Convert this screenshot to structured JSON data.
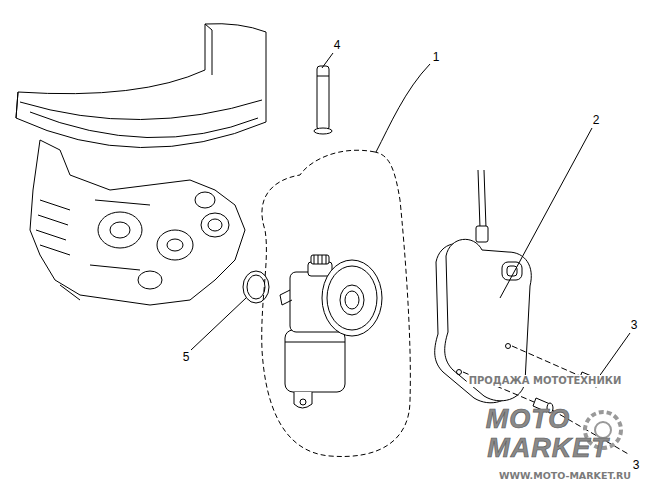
{
  "diagram": {
    "labels": [
      "4",
      "1",
      "2",
      "3",
      "5",
      "ПРОДАЖА МОТОТЕХНИКИ",
      "MOTO",
      "MARKET",
      "3",
      "WWW.MOTO-MARKET.RU"
    ]
  }
}
